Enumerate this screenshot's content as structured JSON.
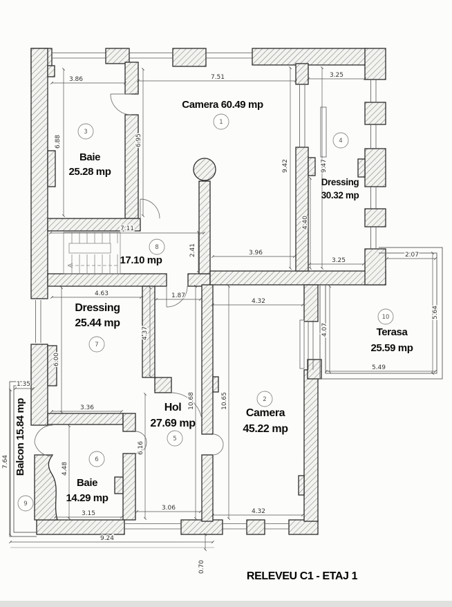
{
  "title": "RELEVEU C1 - ETAJ 1",
  "rooms": {
    "camera1": {
      "number": "1",
      "label": "Camera 60.49 mp"
    },
    "camera2": {
      "number": "2",
      "name": "Camera",
      "area": "45.22 mp"
    },
    "baie3": {
      "number": "3",
      "name": "Baie",
      "area": "25.28 mp"
    },
    "dressing4": {
      "number": "4",
      "name": "Dressing",
      "area": "30.32 mp"
    },
    "hol5": {
      "number": "5",
      "name": "Hol",
      "area": "27.69 mp"
    },
    "baie6": {
      "number": "6",
      "name": "Baie",
      "area": "14.29 mp"
    },
    "dressing7": {
      "number": "7",
      "name": "Dressing",
      "area": "25.44 mp"
    },
    "hall8": {
      "number": "8",
      "area": "17.10 mp"
    },
    "balcon9": {
      "number": "9",
      "label": "Balcon 15.84 mp"
    },
    "terasa10": {
      "number": "10",
      "name": "Terasa",
      "area": "25.59 mp"
    }
  },
  "dimensions": {
    "top_baie": "3.86",
    "top_camera1": "7.51",
    "top_dressing": "3.25",
    "baie3_h": "6.88",
    "camera1_h_left": "6.95",
    "camera1_h_right": "9.42",
    "dressing4_h": "9.47",
    "dressing4_inner_h": "4.40",
    "hall8_w": "7.11",
    "hall8_h": "2.41",
    "camera1_bottom": "3.96",
    "dressing4_bottom": "3.25",
    "terasa_top": "2.07",
    "terasa_right": "5.64",
    "terasa_left": "4.07",
    "terasa_bottom": "5.49",
    "dressing7_top": "4.63",
    "door_hall": "1.87",
    "camera2_top": "4.32",
    "camera2_bottom": "4.32",
    "dressing7_left": "6.00",
    "dressing7_right": "4.37",
    "dressing7_bottom": "3.36",
    "balcon_top": "1.35",
    "balcon_left": "7.64",
    "baie6_h": "4.48",
    "hol_side": "6.16",
    "baie6_bottom": "3.15",
    "hol_bottom": "3.06",
    "camera2_bottom2": "4.32",
    "hol_h": "10.68",
    "camera2_h": "10.65",
    "bottom_total": "9.24",
    "bottom_offset": "0.70"
  }
}
